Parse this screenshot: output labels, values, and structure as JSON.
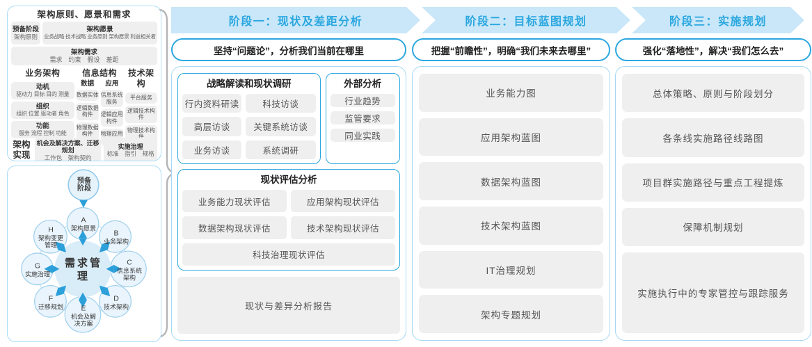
{
  "colors": {
    "accent_blue": "#29a3dc",
    "band_fill": "#c9e7f8",
    "panel_border": "#aadcf5",
    "item_gray": "#efefef",
    "arrow_blue": "#2b9fd9",
    "circle_fill": "#e9f4fc",
    "center_circle_fill": "#d9edf9",
    "brace_gray": "#b5b5b5"
  },
  "framework": {
    "title": "架构原则、愿景和需求",
    "prep_title": "预备阶段",
    "prep_sub": "架构原则",
    "vision_title": "架构愿景",
    "vision_sub": "业务战略 技术战略 业务原则 架构愿景 利益相关者",
    "req_title": "架构需求",
    "req_sub": "需求　约束　假设　差距",
    "business": {
      "header": "业务架构",
      "boxes": [
        {
          "title": "动机",
          "sub": "驱动力 目标 目的 测量"
        },
        {
          "title": "组织",
          "sub": "组织 位置 驱动者 角色"
        },
        {
          "title": "功能",
          "sub": "服务 流程 控制 功能"
        }
      ]
    },
    "info": {
      "header": "信息结构",
      "data_title": "数据",
      "data_items": [
        "数据实体",
        "逻辑数据构件",
        "物理数据构件"
      ],
      "app_title": "应用",
      "app_items": [
        "信息系统服务",
        "逻辑应用构件",
        "物理应用构件"
      ]
    },
    "tech": {
      "header": "技术架构",
      "items": [
        "平台服务",
        "逻辑技术构件",
        "物理技术构件"
      ]
    },
    "realize": {
      "label": "架构实现",
      "box1_title": "机会及解决方案、迁移规划",
      "box1_sub": "工作包　架构契约",
      "box2_title": "实施治理",
      "box2_sub": "标准　指引　规格"
    }
  },
  "cycle": {
    "prep": "预备阶段",
    "center": "需求管理",
    "nodes": [
      {
        "letter": "A",
        "label": "架构愿景"
      },
      {
        "letter": "B",
        "label": "业务架构"
      },
      {
        "letter": "C",
        "label": "信息系统架构"
      },
      {
        "letter": "D",
        "label": "技术架构"
      },
      {
        "letter": "E",
        "label": "机会及解决方案"
      },
      {
        "letter": "F",
        "label": "迁移规划"
      },
      {
        "letter": "G",
        "label": "实施治理"
      },
      {
        "letter": "H",
        "label": "架构变更管理"
      }
    ]
  },
  "phases": [
    {
      "header": "阶段一：现状及差距分析",
      "subtitle": "坚持“问题论”，分析我们当前在哪里",
      "group1_title": "战略解读和现状调研",
      "group1_items": [
        "行内资料研读",
        "科技访谈",
        "高层访谈",
        "关键系统访谈",
        "业务访谈",
        "系统调研"
      ],
      "group2_title": "外部分析",
      "group2_items": [
        "行业趋势",
        "监管要求",
        "同业实践"
      ],
      "group3_title": "现状评估分析",
      "group3_items": [
        "业务能力现状评估",
        "应用架构现状评估",
        "数据架构现状评估",
        "技术架构现状评估",
        "科技治理现状评估"
      ],
      "footer": "现状与差异分析报告"
    },
    {
      "header": "阶段二：目标蓝图规划",
      "subtitle": "把握“前瞻性”，明确“我们未来去哪里”",
      "items": [
        "业务能力图",
        "应用架构蓝图",
        "数据架构蓝图",
        "技术架构蓝图",
        "IT治理规划",
        "架构专题规划"
      ]
    },
    {
      "header": "阶段三：实施规划",
      "subtitle": "强化“落地性”，解决“我们怎么去”",
      "items": [
        "总体策略、原则与阶段划分",
        "各条线实施路径线路图",
        "项目群实施路径与重点工程提炼",
        "保障机制规划",
        "实施执行中的专家管控与跟踪服务"
      ]
    }
  ]
}
